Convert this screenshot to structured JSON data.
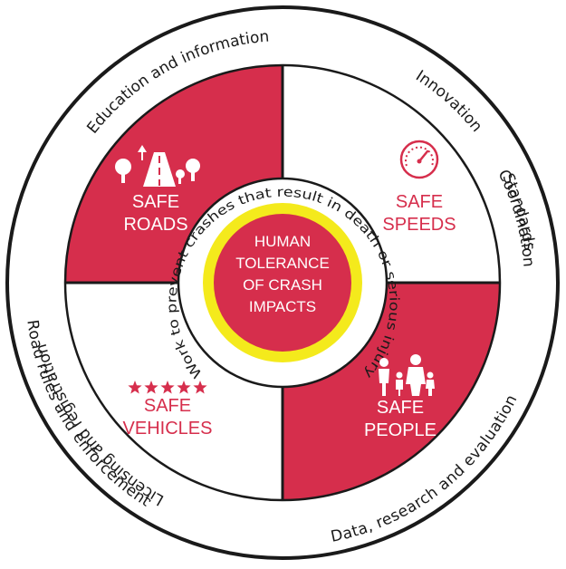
{
  "colors": {
    "accent_red": "#d62e4c",
    "ring_yellow": "#f4ea1c",
    "outline": "#1a1a1a",
    "white": "#ffffff"
  },
  "outer_ring": {
    "education": "Education and information",
    "innovation": "Innovation",
    "standards": "Standards",
    "coordination": "Coordination",
    "data_research": "Data, research and evaluation",
    "road_rules": "Road rules and enforcement",
    "licensing": "Licensing and registration"
  },
  "inner_ring_text": "Work to prevent crashes that result in death or serious injury",
  "quadrants": {
    "roads": {
      "line1": "SAFE",
      "line2": "ROADS",
      "icon": "road-trees-icon"
    },
    "speeds": {
      "line1": "SAFE",
      "line2": "SPEEDS",
      "icon": "speedometer-icon"
    },
    "vehicles": {
      "line1": "SAFE",
      "line2": "VEHICLES",
      "icon": "five-stars-icon",
      "stars": 5
    },
    "people": {
      "line1": "SAFE",
      "line2": "PEOPLE",
      "icon": "family-icon"
    }
  },
  "center": {
    "line1": "HUMAN",
    "line2": "TOLERANCE",
    "line3": "OF CRASH",
    "line4": "IMPACTS"
  }
}
